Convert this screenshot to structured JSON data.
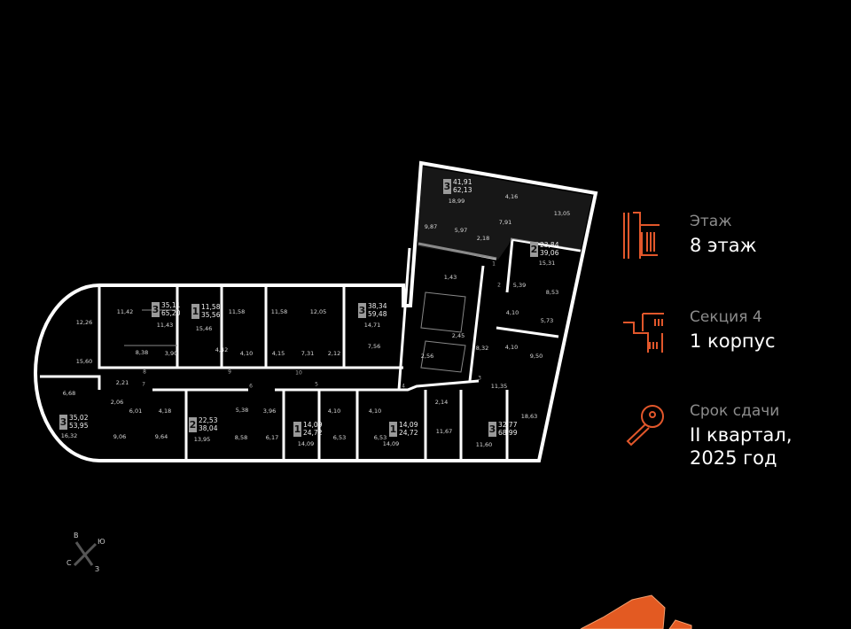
{
  "info": {
    "floor_label": "Этаж",
    "floor_value": "8 этаж",
    "section_label": "Секция 4",
    "section_value": "1 корпус",
    "deadline_label": "Срок сдачи",
    "deadline_value_line1": "II квартал,",
    "deadline_value_line2": "2025 год",
    "accent_color": "#e2572b"
  },
  "apartments": [
    {
      "rooms": "3",
      "living": "35,11",
      "total": "65,20"
    },
    {
      "rooms": "1",
      "living": "11,58",
      "total": "35,56"
    },
    {
      "rooms": "3",
      "living": "38,34",
      "total": "59,48"
    },
    {
      "rooms": "3",
      "living": "35,02",
      "total": "53,95"
    },
    {
      "rooms": "2",
      "living": "22,53",
      "total": "38,04"
    },
    {
      "rooms": "1",
      "living": "14,09",
      "total": "24,72"
    },
    {
      "rooms": "1",
      "living": "14,09",
      "total": "24,72"
    },
    {
      "rooms": "3",
      "living": "32,77",
      "total": "68,99"
    },
    {
      "rooms": "3",
      "living": "41,91",
      "total": "62,13"
    },
    {
      "rooms": "2",
      "living": "23,84",
      "total": "39,06"
    }
  ],
  "room_areas": [
    "11,42",
    "12,26",
    "11,43",
    "15,46",
    "11,58",
    "11,58",
    "12,05",
    "14,71",
    "15,60",
    "8,38",
    "3,90",
    "4,42",
    "4,10",
    "4,15",
    "7,31",
    "2,12",
    "7,56",
    "2,21",
    "6,68",
    "2,06",
    "6,01",
    "4,18",
    "5,38",
    "3,96",
    "4,10",
    "4,10",
    "16,32",
    "9,06",
    "9,64",
    "13,95",
    "8,58",
    "6,17",
    "14,09",
    "6,53",
    "6,53",
    "14,09",
    "18,99",
    "4,16",
    "13,05",
    "9,87",
    "5,97",
    "2,18",
    "7,91",
    "15,31",
    "1,43",
    "5,39",
    "8,53",
    "4,10",
    "5,73",
    "2,45",
    "8,32",
    "4,10",
    "9,50",
    "2,56",
    "11,35",
    "2,14",
    "18,63",
    "11,67",
    "11,60"
  ],
  "door_numbers": [
    "8",
    "7",
    "9",
    "10",
    "6",
    "5",
    "4",
    "3",
    "2",
    "1"
  ],
  "compass": {
    "east": "В",
    "south": "Ю",
    "north": "С",
    "west": "З"
  }
}
